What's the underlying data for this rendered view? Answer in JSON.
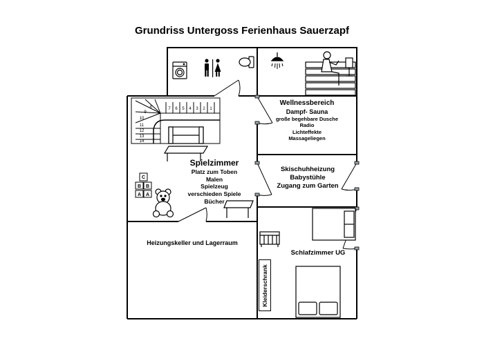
{
  "title": "Grundriss Untergoss Ferienhaus Sauerzapf",
  "rooms": {
    "wellness": {
      "name": "Wellnessbereich",
      "lines": [
        "Dampf- Sauna",
        "große begehbare Dusche",
        "Radio",
        "Lichteffekte",
        "Massageliegen"
      ]
    },
    "spielzimmer": {
      "name": "Spielzimmer",
      "lines": [
        "Platz zum Toben",
        "Malen",
        "Spielzeug",
        "verschieden Spiele",
        "Bücher"
      ]
    },
    "ski": {
      "lines": [
        "Skischuhheizung",
        "Babystühle",
        "Zugang zum Garten"
      ]
    },
    "heizung": {
      "name": "Heizungskeller und Lagerraum"
    },
    "schlafzimmer": {
      "name": "Schlafzimmer UG"
    }
  },
  "kleiderschrank_label": "Kleiderschrank",
  "stair_numbers": [
    "14",
    "13",
    "12",
    "11",
    "10",
    "9",
    "8",
    "7",
    "6",
    "5",
    "4",
    "3",
    "2",
    "1"
  ],
  "toy_block_letters": [
    "C",
    "B",
    "B",
    "A",
    "A"
  ],
  "icons": [
    "washing-machine-icon",
    "restroom-icon",
    "toilet-icon",
    "shower-icon",
    "sauna-person-icon",
    "teddy-bear-icon",
    "toy-blocks-icon",
    "crib-icon"
  ]
}
